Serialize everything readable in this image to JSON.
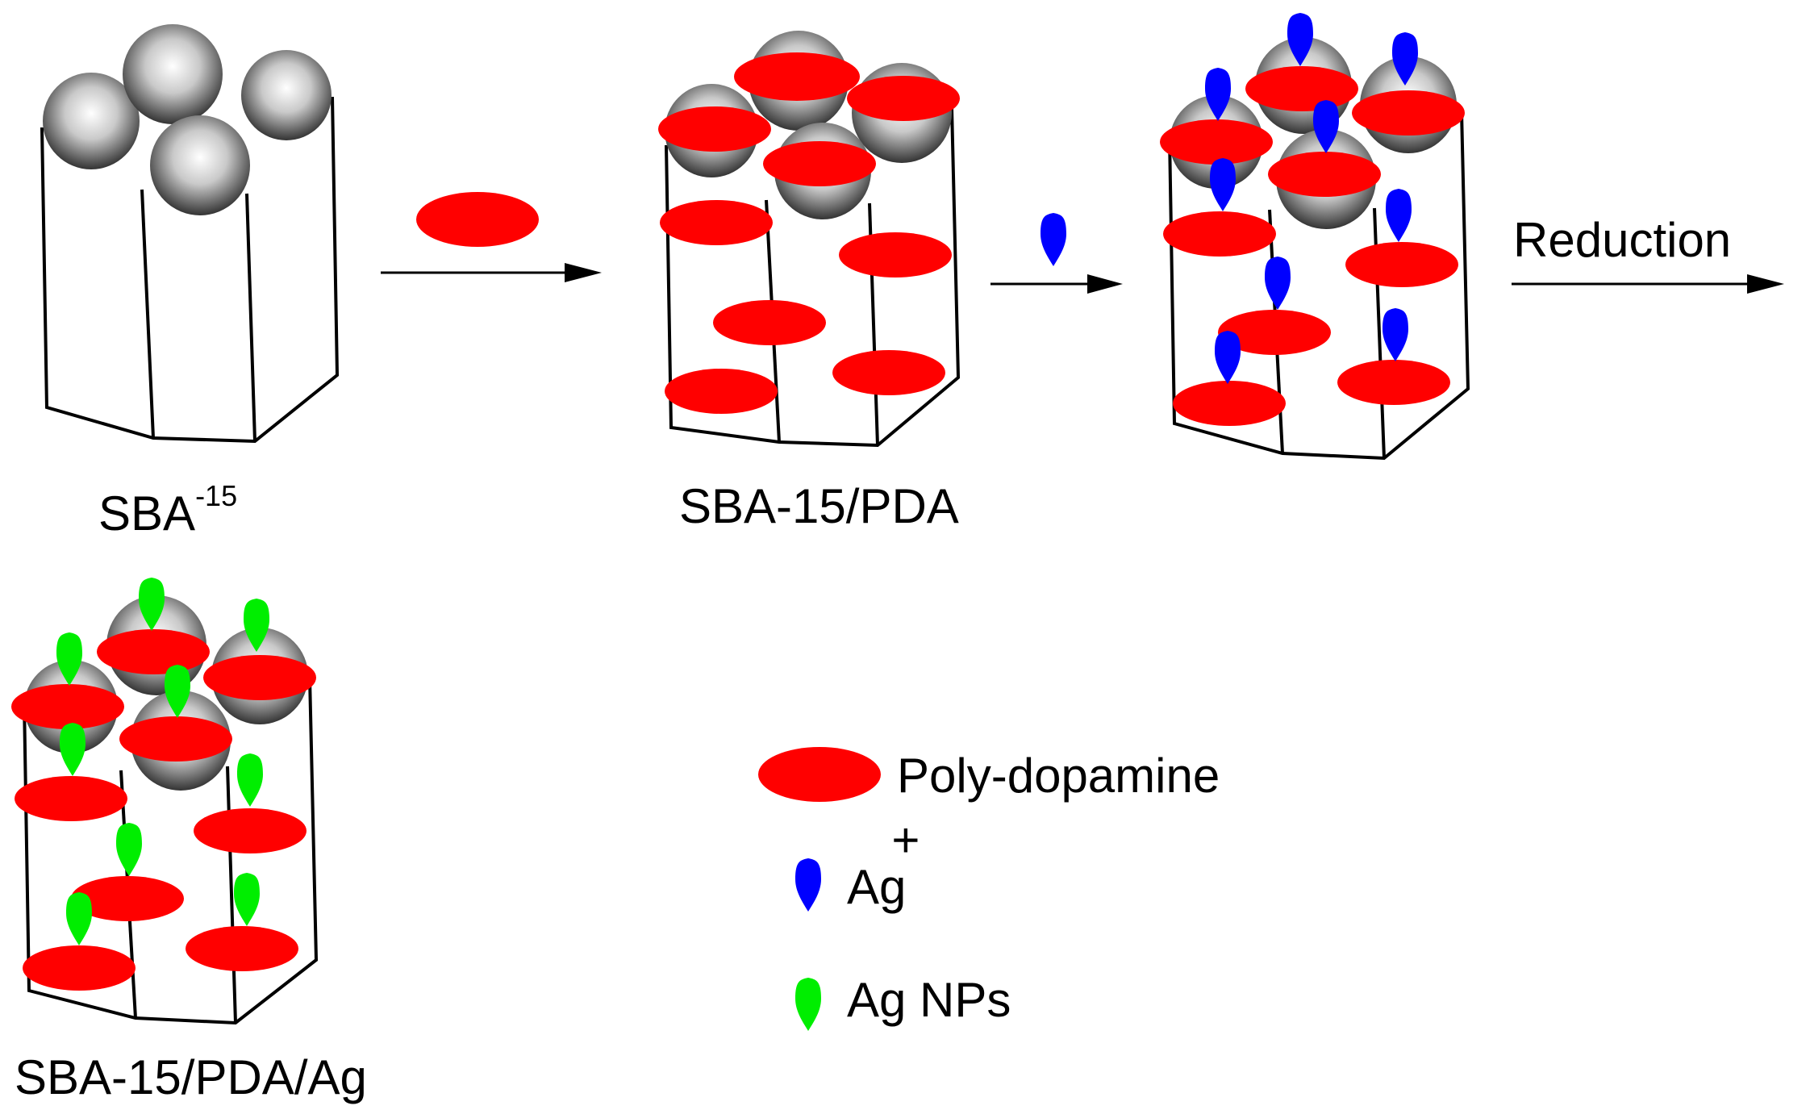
{
  "labels": {
    "sba15_base": "SBA",
    "sba15_sup": "-15",
    "sba15_pda": "SBA-15/PDA",
    "sba15_pda_ag": "SBA-15/PDA/Ag",
    "reduction": "Reduction"
  },
  "legend": {
    "pda": "Poly-dopamine",
    "ag_ion_base": "Ag",
    "ag_ion_sup": "+",
    "ag_np": "Ag NPs"
  },
  "colors": {
    "pda": "#ff0000",
    "ag_ion": "#0000ff",
    "ag_np": "#00ee00",
    "outline": "#000000"
  }
}
